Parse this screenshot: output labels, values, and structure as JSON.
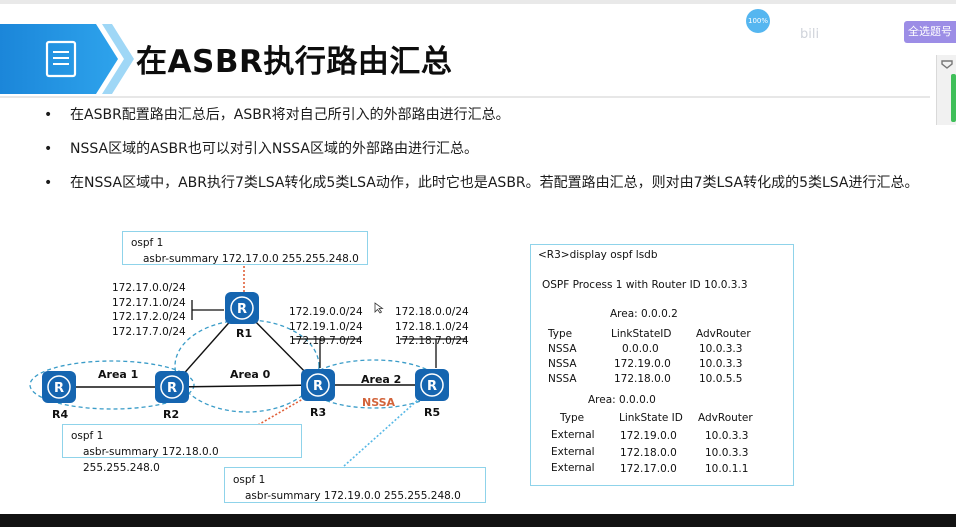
{
  "slide": {
    "title": "在ASBR执行路由汇总",
    "bullets": [
      "在ASBR配置路由汇总后，ASBR将对自己所引入的外部路由进行汇总。",
      "NSSA区域的ASBR也可以对引入NSSA区域的外部路由进行汇总。",
      "在NSSA区域中，ABR执行7类LSA转化成5类LSA动作，此时它也是ASBR。若配置路由汇总，则对由7类LSA转化成的5类LSA进行汇总。"
    ],
    "bullet_symbol": "•"
  },
  "diagram": {
    "config_r1": {
      "line1": "ospf 1",
      "line2": "asbr-summary 172.17.0.0 255.255.248.0"
    },
    "config_r3": {
      "line1": "ospf 1",
      "line2": "asbr-summary 172.18.0.0 255.255.248.0"
    },
    "config_r5": {
      "line1": "ospf 1",
      "line2": "asbr-summary 172.19.0.0 255.255.248.0"
    },
    "r1_networks": [
      "172.17.0.0/24",
      "172.17.1.0/24",
      "172.17.2.0/24",
      "172.17.7.0/24"
    ],
    "r3_networks": [
      "172.19.0.0/24",
      "172.19.1.0/24",
      "172.19.7.0/24"
    ],
    "r5_networks": [
      "172.18.0.0/24",
      "172.18.1.0/24",
      "172.18.7.0/24"
    ],
    "routers": {
      "r1": "R1",
      "r2": "R2",
      "r3": "R3",
      "r4": "R4",
      "r5": "R5"
    },
    "areas": {
      "area1": "Area 1",
      "area0": "Area 0",
      "area2": "Area 2",
      "nssa": "NSSA"
    },
    "router_glyph": "R"
  },
  "lsdb": {
    "command": "<R3>display ospf lsdb",
    "process": "OSPF Process 1 with Router ID 10.0.3.3",
    "area_nssa": "Area: 0.0.0.2",
    "headers": [
      "Type",
      "LinkStateID",
      "AdvRouter"
    ],
    "nssa_rows": [
      [
        "NSSA",
        "0.0.0.0",
        "10.0.3.3"
      ],
      [
        "NSSA",
        "172.19.0.0",
        "10.0.3.3"
      ],
      [
        "NSSA",
        "172.18.0.0",
        "10.0.5.5"
      ]
    ],
    "area_backbone": "Area: 0.0.0.0",
    "headers2": [
      "Type",
      "LinkState ID",
      "AdvRouter"
    ],
    "external_rows": [
      [
        "External",
        "172.19.0.0",
        "10.0.3.3"
      ],
      [
        "External",
        "172.18.0.0",
        "10.0.3.3"
      ],
      [
        "External",
        "172.17.0.0",
        "10.0.1.1"
      ]
    ]
  },
  "overlay": {
    "select_all_button": "全选题号",
    "badge": "100%"
  },
  "colors": {
    "header_blue": "#1e8fe0",
    "header_light": "#bfe6fb",
    "router_blue": "#1565b0",
    "box_border": "#8fd3ea",
    "nssa_text": "#d2643b",
    "area_dash": "#3a9cc8"
  }
}
